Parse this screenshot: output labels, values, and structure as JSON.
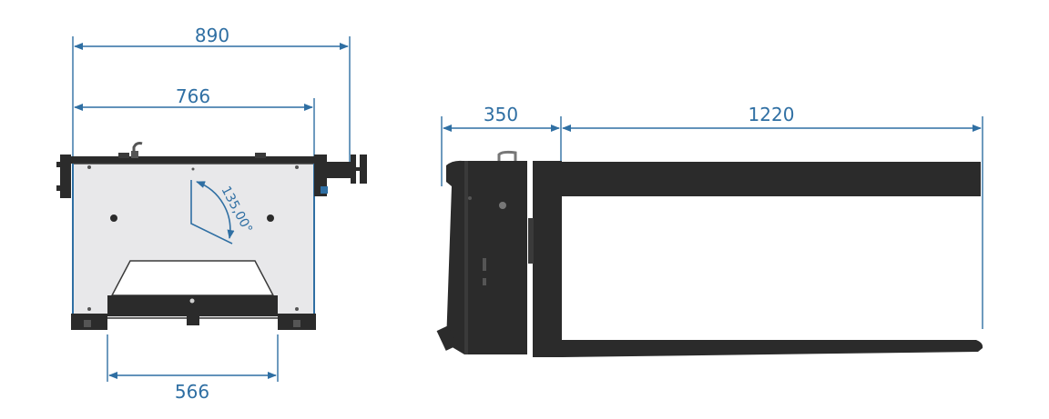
{
  "front_view": {
    "dimensions": {
      "overall_width": "890",
      "plate_width": "766",
      "bottom_opening": "566",
      "angle": "135,00°"
    }
  },
  "side_view": {
    "dimensions": {
      "carriage_depth": "350",
      "fork_length": "1220"
    }
  },
  "colors": {
    "dimension": "#2f6fa3",
    "plate": "#e8e8ea",
    "steel": "#2b2b2b"
  }
}
